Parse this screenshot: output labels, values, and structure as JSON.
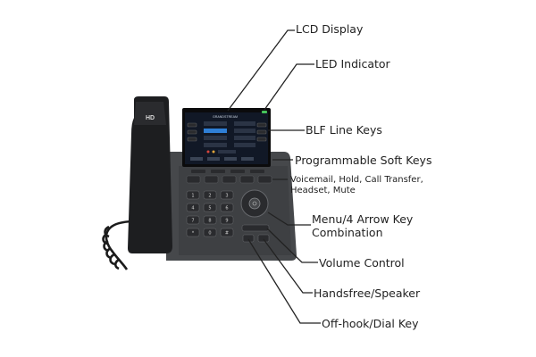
{
  "callouts": {
    "lcd_display": "LCD Display",
    "led_indicator": "LED Indicator",
    "blf_line_keys": "BLF Line Keys",
    "programmable_soft_keys": "Programmable Soft Keys",
    "function_keys": "Voicemail, Hold, Call Transfer, Headset, Mute",
    "menu_arrow_keys": "Menu/4 Arrow Key Combination",
    "volume_control": "Volume Control",
    "handsfree_speaker": "Handsfree/Speaker",
    "offhook_dial_key": "Off-hook/Dial Key"
  },
  "phone": {
    "handset_label": "HD",
    "brand_text": "GRANDSTREAM",
    "keypad": [
      "1",
      "2",
      "3",
      "4",
      "5",
      "6",
      "7",
      "8",
      "9",
      "*",
      "0",
      "#"
    ]
  },
  "colors": {
    "body": "#46484b",
    "handset": "#1d1e20",
    "screen": "#111826",
    "highlight": "#2f7fd6",
    "led": "#46c35a",
    "leader_line": "#222222"
  }
}
